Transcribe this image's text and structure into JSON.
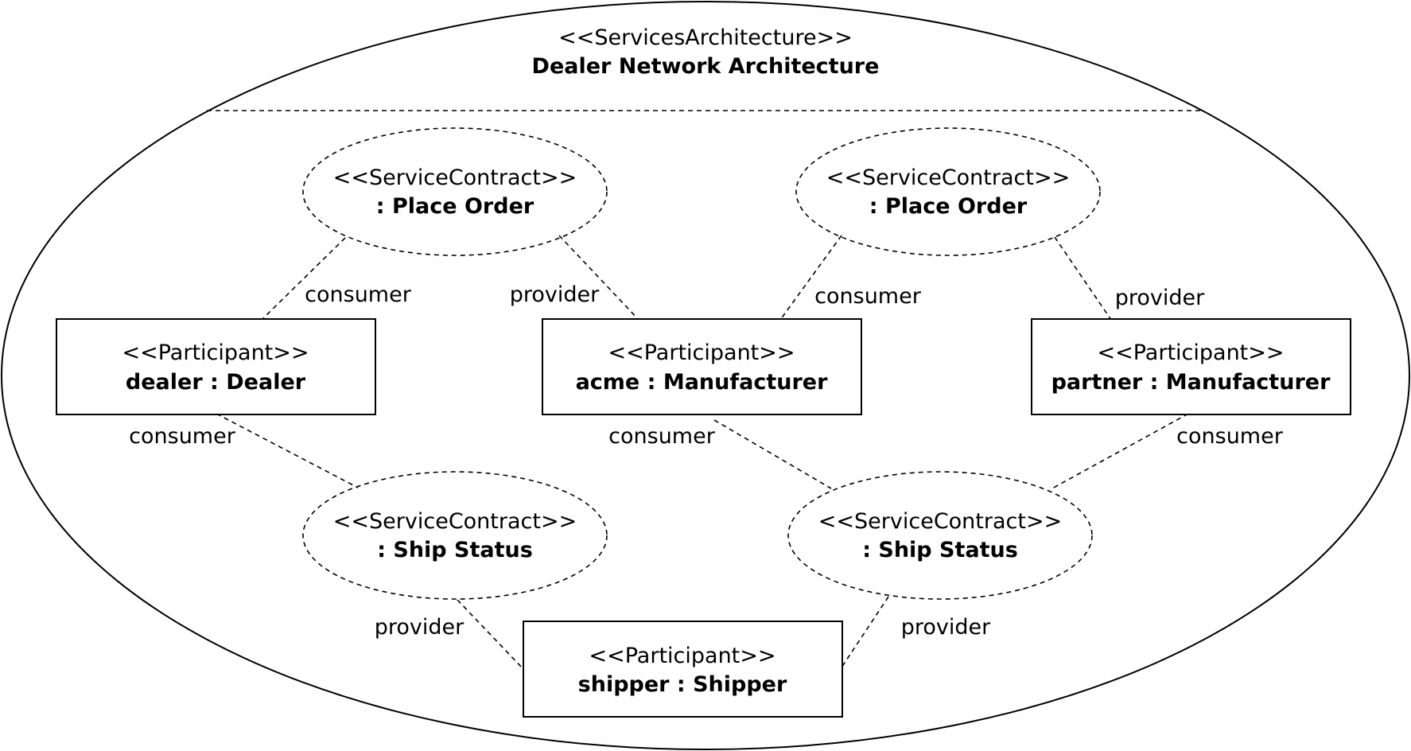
{
  "architecture": {
    "stereotype": "<<ServicesArchitecture>>",
    "name": "Dealer Network Architecture"
  },
  "contracts": [
    {
      "stereotype": "<<ServiceContract>>",
      "name": ": Place Order"
    },
    {
      "stereotype": "<<ServiceContract>>",
      "name": ": Place Order"
    },
    {
      "stereotype": "<<ServiceContract>>",
      "name": ": Ship Status"
    },
    {
      "stereotype": "<<ServiceContract>>",
      "name": ": Ship Status"
    }
  ],
  "participants": [
    {
      "stereotype": "<<Participant>>",
      "name": "dealer : Dealer"
    },
    {
      "stereotype": "<<Participant>>",
      "name": "acme : Manufacturer"
    },
    {
      "stereotype": "<<Participant>>",
      "name": "partner : Manufacturer"
    },
    {
      "stereotype": "<<Participant>>",
      "name": "shipper : Shipper"
    }
  ],
  "roles": [
    {
      "label": "consumer"
    },
    {
      "label": "provider"
    },
    {
      "label": "consumer"
    },
    {
      "label": "provider"
    },
    {
      "label": "consumer"
    },
    {
      "label": "consumer"
    },
    {
      "label": "consumer"
    },
    {
      "label": "provider"
    },
    {
      "label": "provider"
    }
  ]
}
